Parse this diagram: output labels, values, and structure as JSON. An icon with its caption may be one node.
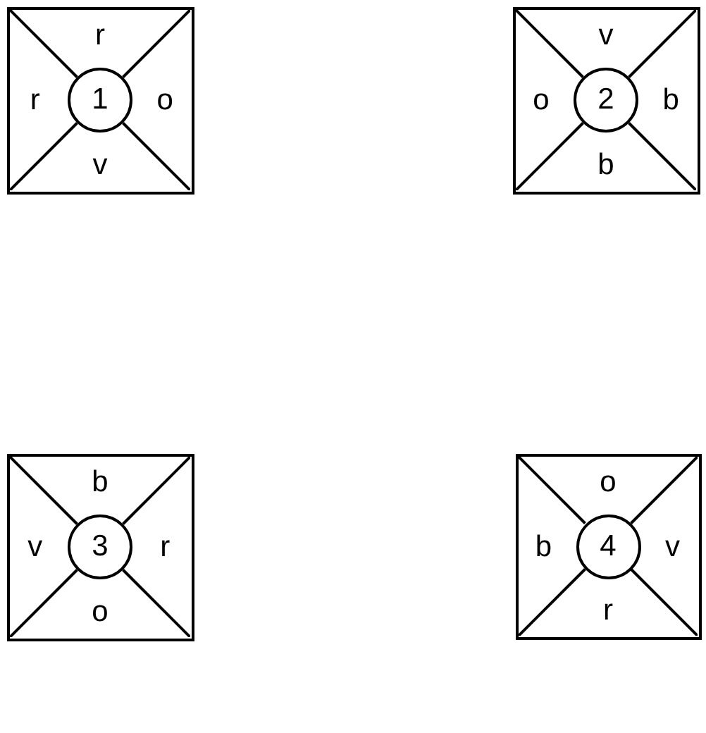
{
  "diagram": {
    "nodes": [
      {
        "text": [
          "r",
          "r",
          "o",
          "v"
        ]
      },
      {
        "text": [
          "1"
        ],
        "in": 0
      },
      {
        "text": [
          "v",
          "o",
          "b",
          "b"
        ]
      },
      {
        "text": [
          "2"
        ],
        "in": 2
      },
      {
        "text": [
          "b",
          "v",
          "r",
          "o"
        ]
      },
      {
        "text": [
          "3"
        ],
        "in": 4
      },
      {
        "text": [
          "o",
          "b",
          "v",
          "r"
        ]
      },
      {
        "text": [
          "4"
        ],
        "in": 6
      }
    ]
  }
}
